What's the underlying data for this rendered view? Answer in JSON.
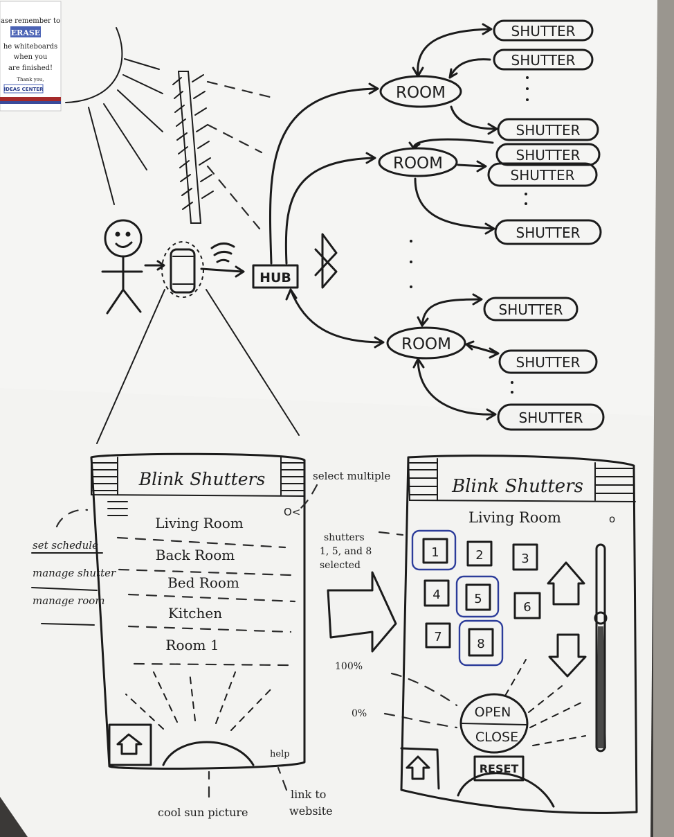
{
  "sticky_note": {
    "line1": "ase remember to",
    "line2": "ERASE",
    "line3": "he whiteboards",
    "line4": "when you",
    "line5": "are finished!",
    "line6": "Thank you,",
    "line7": "IDEAS CENTER"
  },
  "architecture": {
    "hub_label": "HUB",
    "room_label": "ROOM",
    "shutter_label": "SHUTTER"
  },
  "phone_left": {
    "title": "Blink Shutters",
    "toggle": "O<",
    "rooms": [
      "Living Room",
      "Back Room",
      "Bed Room",
      "Kitchen",
      "Room 1"
    ],
    "menu_items": [
      "set schedule",
      "manage shutter",
      "manage room"
    ],
    "help": "help"
  },
  "phone_right": {
    "title": "Blink Shutters",
    "room": "Living Room",
    "toggle": "o",
    "shutters": [
      "1",
      "2",
      "3",
      "4",
      "5",
      "6",
      "7",
      "8"
    ],
    "open": "OPEN",
    "close": "CLOSE",
    "reset": "RESET"
  },
  "annotations": {
    "select_multiple": "select multiple",
    "selected_1": "shutters",
    "selected_2": "1, 5, and 8",
    "selected_3": "selected",
    "percent_100": "100%",
    "percent_0": "0%",
    "sun_caption": "cool sun picture",
    "link_1": "link to",
    "link_2": "website"
  }
}
